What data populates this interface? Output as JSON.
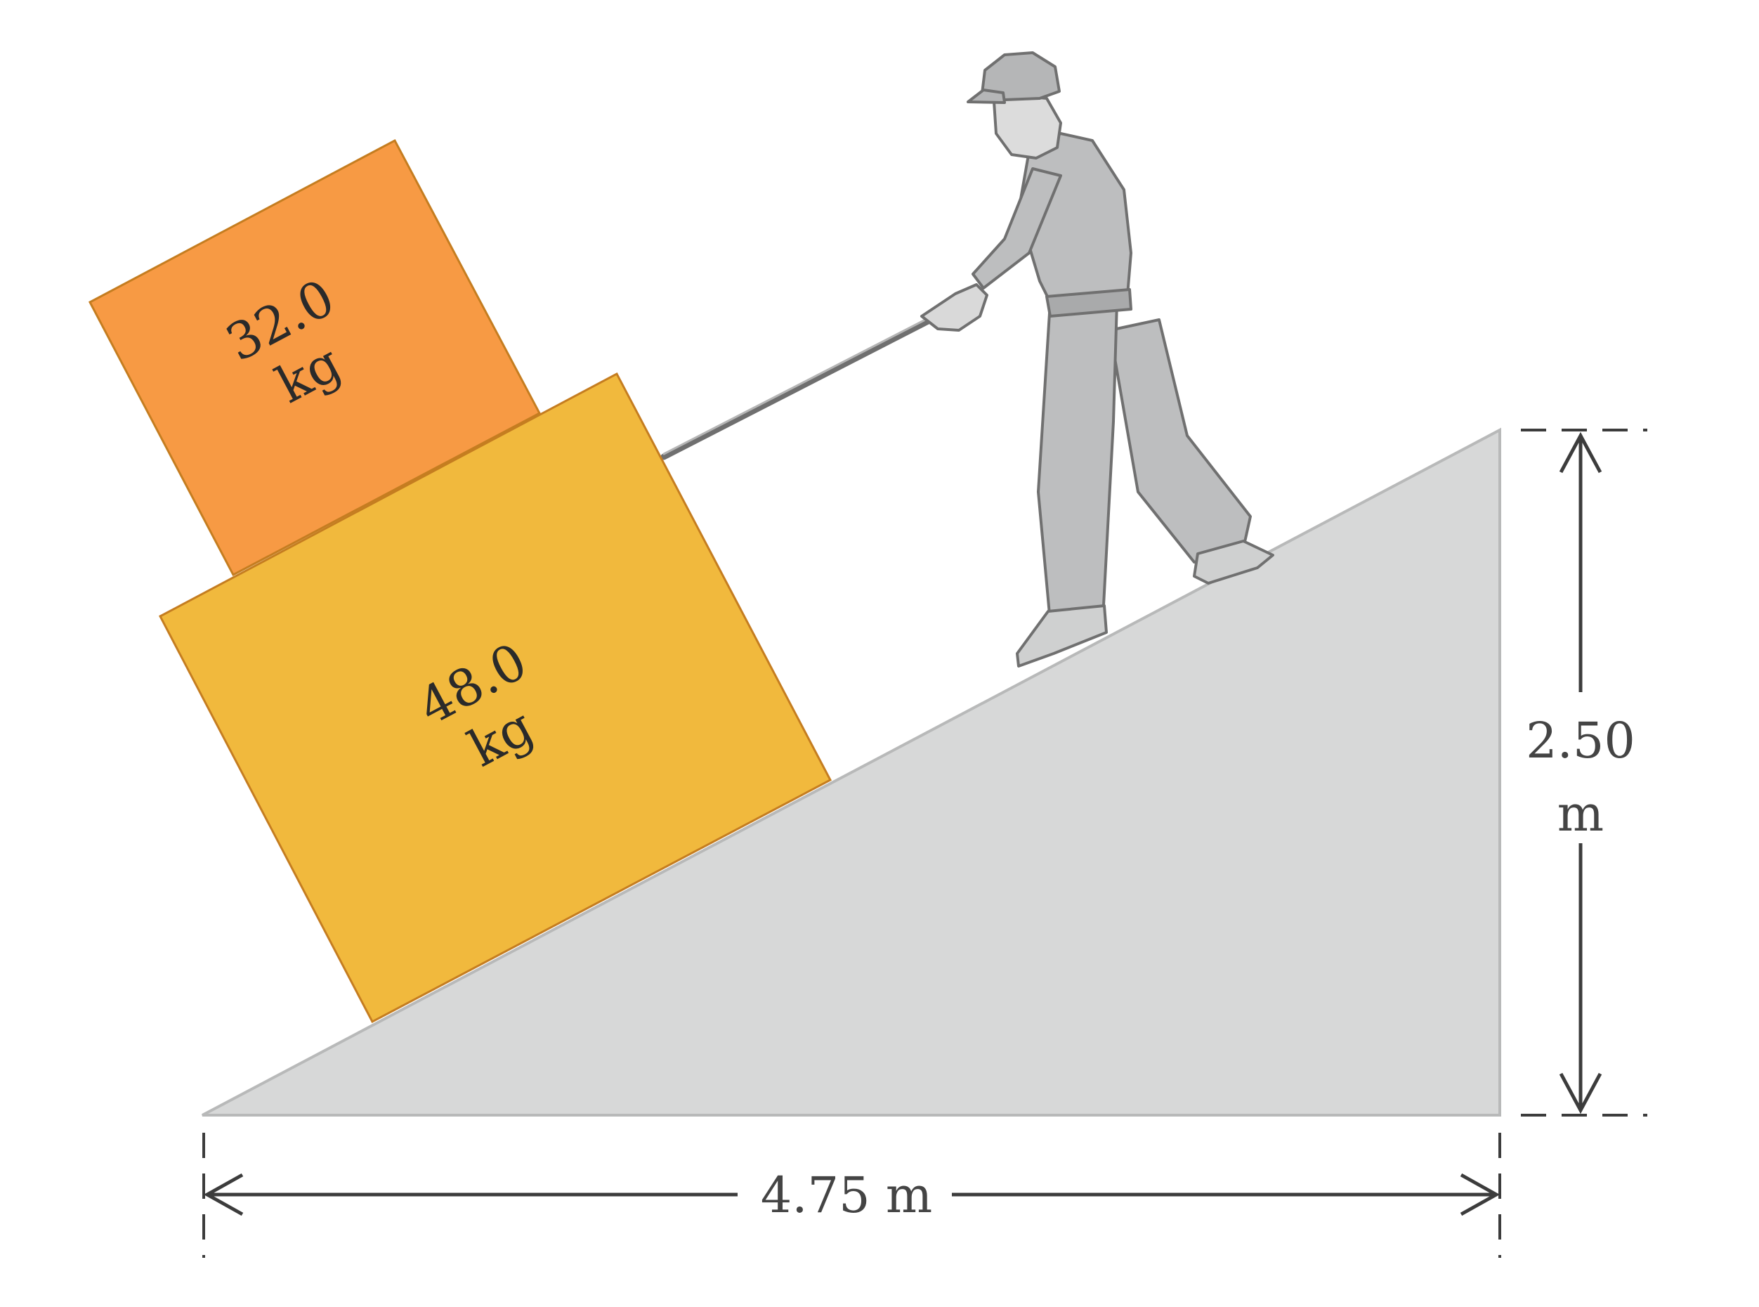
{
  "colors": {
    "ramp_fill": "#d7d8d8",
    "ramp_stroke": "#b8b9b9",
    "upper_box_fill": "#f79a44",
    "lower_box_fill": "#f1b93d",
    "box_stroke": "#c57d20",
    "person_fill": "#bdbebf",
    "person_stroke": "#707070",
    "dimension_line": "#3c3c3c"
  },
  "upper_box": {
    "mass_value": "32.0",
    "mass_unit": "kg"
  },
  "lower_box": {
    "mass_value": "48.0",
    "mass_unit": "kg"
  },
  "dimensions": {
    "height_value": "2.50",
    "height_unit": "m",
    "base_length": "4.75 m"
  },
  "icons": [
    "person-pulling-figure",
    "rope",
    "ramp",
    "dimension-arrows"
  ]
}
